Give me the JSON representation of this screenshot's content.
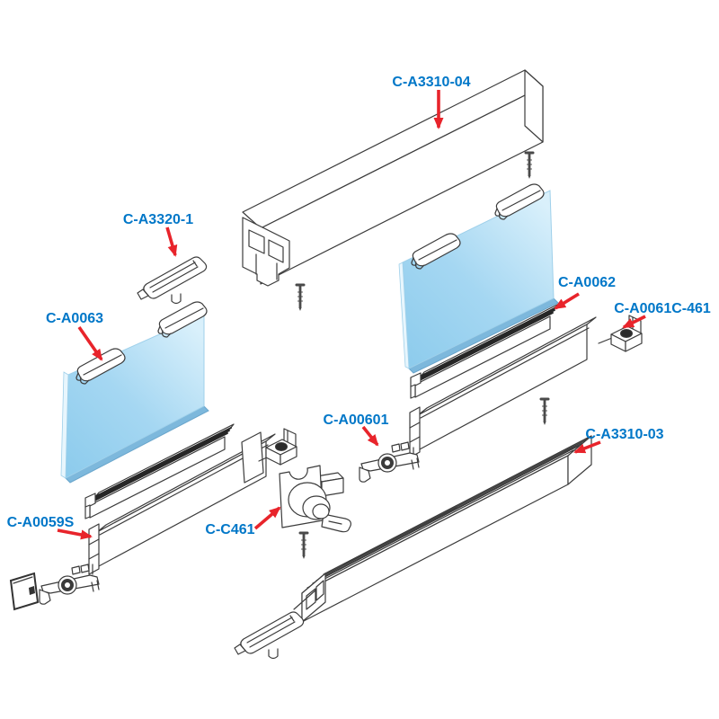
{
  "page": {
    "background": "#ffffff",
    "kind": "exploded parts diagram, sliding glass door track hardware"
  },
  "diagram": {
    "labels": [
      {
        "id": "top-track",
        "text": "C-A3310-04"
      },
      {
        "id": "stop-latch",
        "text": "C-A3320-1"
      },
      {
        "id": "glazing-channel",
        "text": "C-A0062"
      },
      {
        "id": "corner-bracket",
        "text": "C-A0061C-461"
      },
      {
        "id": "glass-clip",
        "text": "C-A0063"
      },
      {
        "id": "roller",
        "text": "C-A00601"
      },
      {
        "id": "lock",
        "text": "C-C461"
      },
      {
        "id": "bottom-rail",
        "text": "C-A0059S"
      },
      {
        "id": "bottom-track",
        "text": "C-A3310-03"
      }
    ],
    "colors": {
      "label": "#0077C8",
      "arrow": "#E8242B",
      "line": "#3C3C3C",
      "glass_top": "#d9f0fb",
      "glass_mid": "#a5d7f2",
      "glass_bottom": "#8ccbec",
      "glass_edge": "#7db8dc"
    }
  }
}
